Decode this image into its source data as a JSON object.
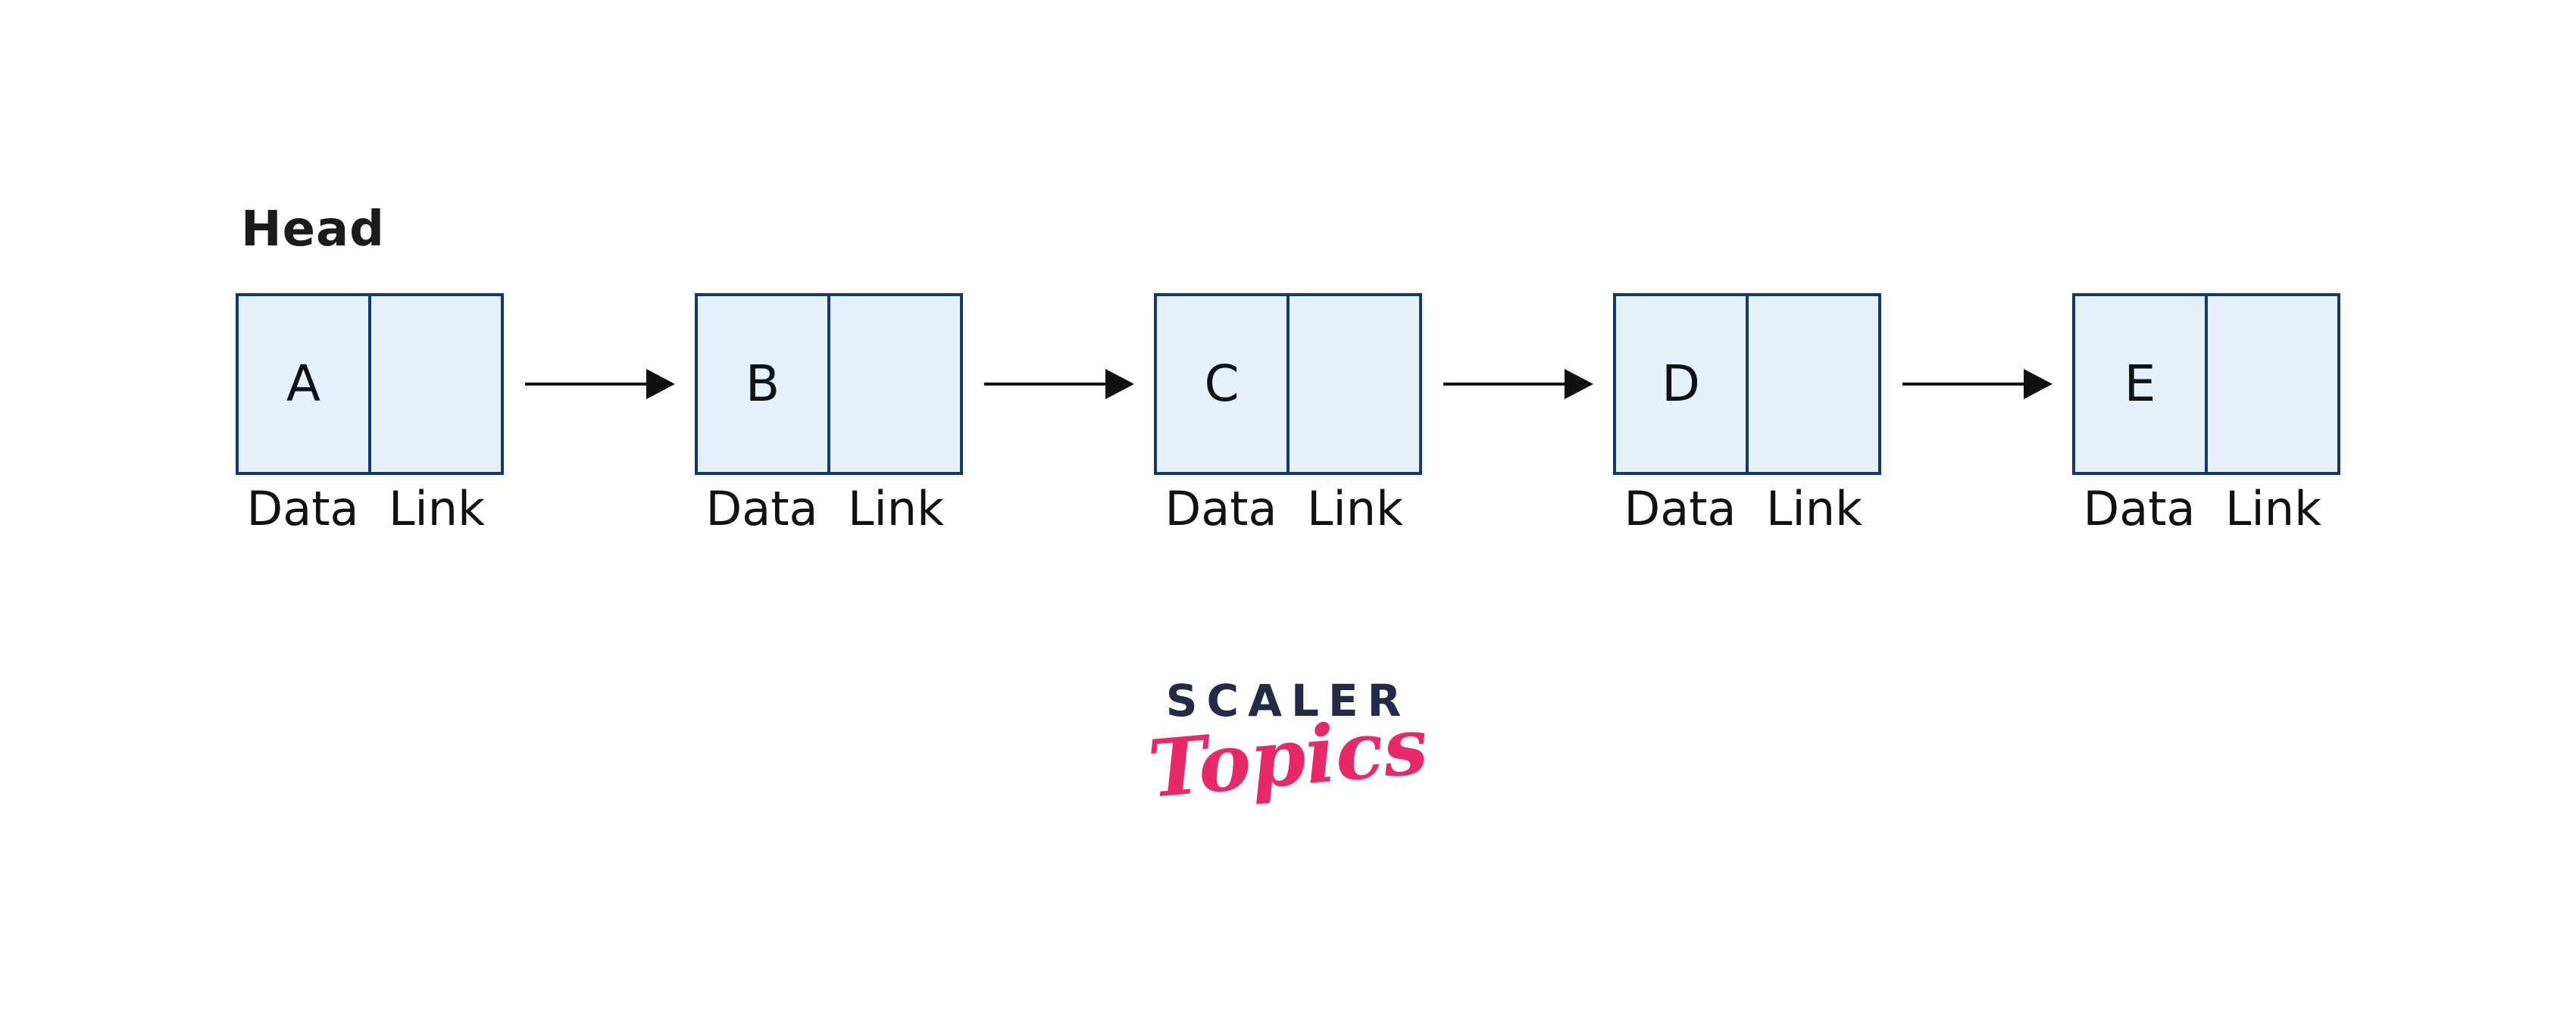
{
  "diagram": {
    "title_implied": "Singly linked list",
    "head_label": "Head",
    "cell_labels": {
      "data": "Data",
      "link": "Link"
    },
    "nodes": [
      {
        "letter": "A"
      },
      {
        "letter": "B"
      },
      {
        "letter": "C"
      },
      {
        "letter": "D"
      },
      {
        "letter": "E"
      }
    ],
    "arrow_count": 4
  },
  "logo": {
    "brand": "SCALER",
    "sub": "Topics"
  },
  "colors": {
    "background": "#ffffff",
    "node_fill": "#e4f1fb",
    "node_border": "#143a6d",
    "ink": "#111111",
    "logo_navy": "#232b48",
    "logo_pink": "#e72a67"
  }
}
